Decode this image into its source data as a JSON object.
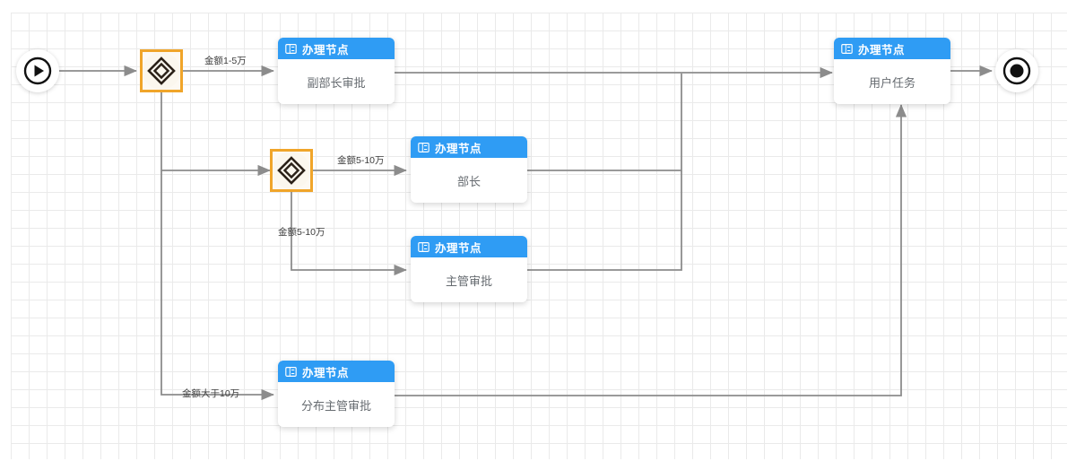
{
  "diagram": {
    "type": "bpmn-workflow",
    "title": "",
    "colors": {
      "node_header": "#2f9cf4",
      "gateway_selection": "#f0a52a",
      "edge": "#8c8c8c",
      "grid_minor": "#eaeaea",
      "grid_major": "#d8d8d8",
      "node_text": "#666b70"
    },
    "start_event": {
      "name": "start-event",
      "icon": "play-circle-icon"
    },
    "end_event": {
      "name": "end-event",
      "icon": "filled-circle-icon"
    },
    "gateways": [
      {
        "id": "gw1",
        "icon": "diamond-gateway-icon",
        "selected": true
      },
      {
        "id": "gw2",
        "icon": "diamond-gateway-icon",
        "selected": true
      }
    ],
    "tasks": [
      {
        "id": "t1",
        "header": "办理节点",
        "label": "副部长审批",
        "icon": "form-node-icon"
      },
      {
        "id": "t2",
        "header": "办理节点",
        "label": "部长",
        "icon": "form-node-icon"
      },
      {
        "id": "t3",
        "header": "办理节点",
        "label": "主管审批",
        "icon": "form-node-icon"
      },
      {
        "id": "t4",
        "header": "办理节点",
        "label": "分布主管审批",
        "icon": "form-node-icon"
      },
      {
        "id": "t5",
        "header": "办理节点",
        "label": "用户任务",
        "icon": "form-node-icon"
      }
    ],
    "edge_labels": [
      {
        "id": "e1",
        "text": "金额1-5万"
      },
      {
        "id": "e2",
        "text": "金额5-10万"
      },
      {
        "id": "e3",
        "text": "金额5-10万"
      },
      {
        "id": "e4",
        "text": "金额大于10万"
      }
    ]
  }
}
